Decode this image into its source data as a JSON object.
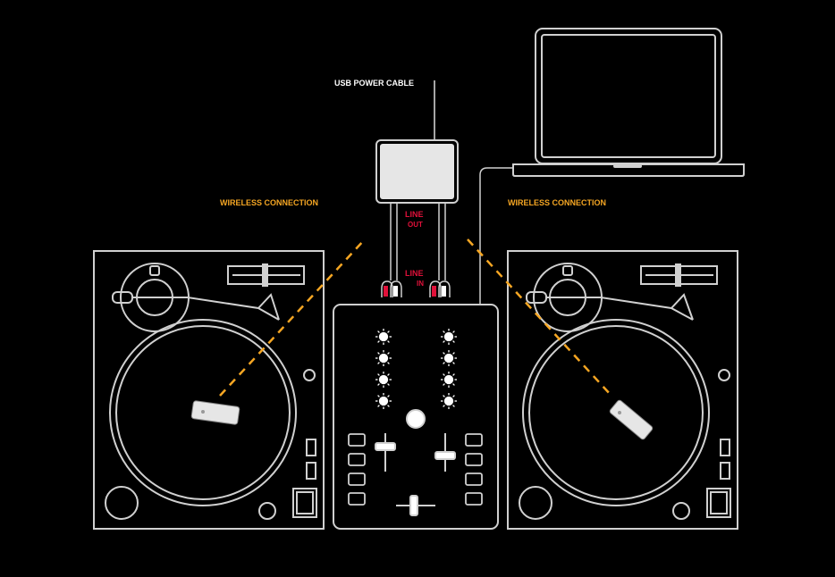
{
  "labels": {
    "usb_power_cable": "USB POWER CABLE",
    "wireless_left": "WIRELESS CONNECTION",
    "wireless_right": "WIRELESS CONNECTION",
    "line_out_1": "LINE",
    "line_out_2": "OUT",
    "line_in_1": "LINE",
    "line_in_2": "IN"
  },
  "colors": {
    "background": "#000000",
    "outline": "#d0d0d0",
    "wireless": "#f5a623",
    "line_label": "#e0113a",
    "rca_red": "#e0113a",
    "rca_white": "#ffffff",
    "device_fill": "#e6e6e6"
  }
}
